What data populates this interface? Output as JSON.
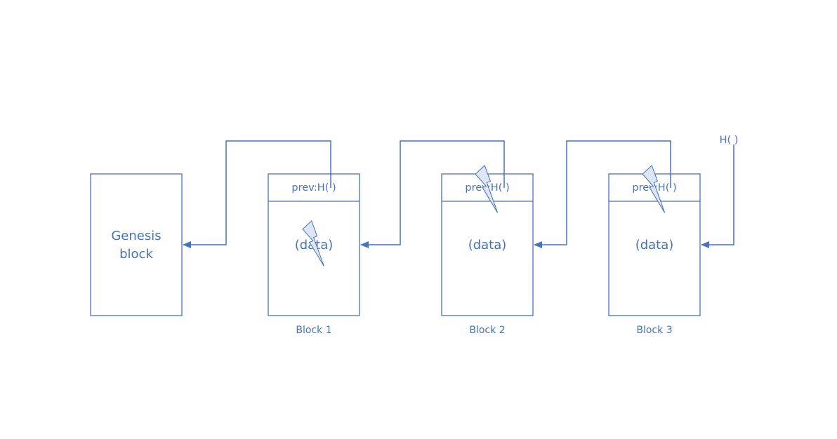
{
  "colors": {
    "stroke": "#4472C4",
    "bolt_fill": "#DCE6F4"
  },
  "genesis": {
    "line1": "Genesis",
    "line2": "block"
  },
  "blocks": [
    {
      "header": "prev:H( )",
      "body": "(data)",
      "caption": "Block 1"
    },
    {
      "header": "prev:H( )",
      "body": "(data)",
      "caption": "Block 2"
    },
    {
      "header": "prev:H( )",
      "body": "(data)",
      "caption": "Block 3"
    }
  ],
  "head_pointer": {
    "label": "H( )"
  },
  "icons": {
    "tamper": "lightning-bolt-icon"
  }
}
